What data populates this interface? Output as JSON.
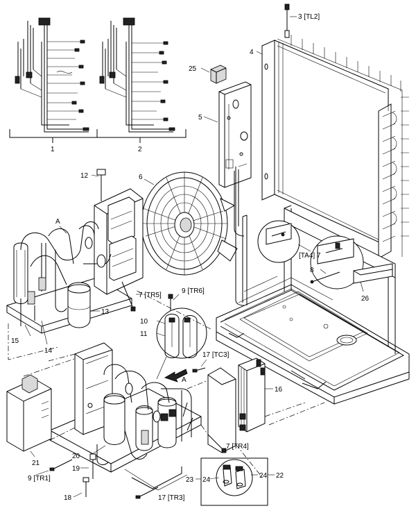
{
  "callouts": {
    "c1": "1",
    "c2": "2",
    "c3": "3 [TL2]",
    "c4": "4",
    "c5": "5",
    "c6": "6",
    "c7a": "7 [TR5]",
    "c7b": "7 [TR4]",
    "c7c": "[TA4] 7",
    "c8": "8",
    "c9a": "9 [TR6]",
    "c9b": "9 [TR1]",
    "c10": "10",
    "c11": "11",
    "c12": "12",
    "c13": "13",
    "c14": "14",
    "c15": "15",
    "c16": "16",
    "c17a": "17 [TC3]",
    "c17b": "17 [TR3]",
    "c18": "18",
    "c19": "19",
    "c20": "20",
    "c21": "21",
    "c22": "22",
    "c23": "23",
    "c24a": "24",
    "c24b": "24",
    "c25": "25",
    "c26": "26",
    "viewA1": "A",
    "viewA2": "A"
  }
}
